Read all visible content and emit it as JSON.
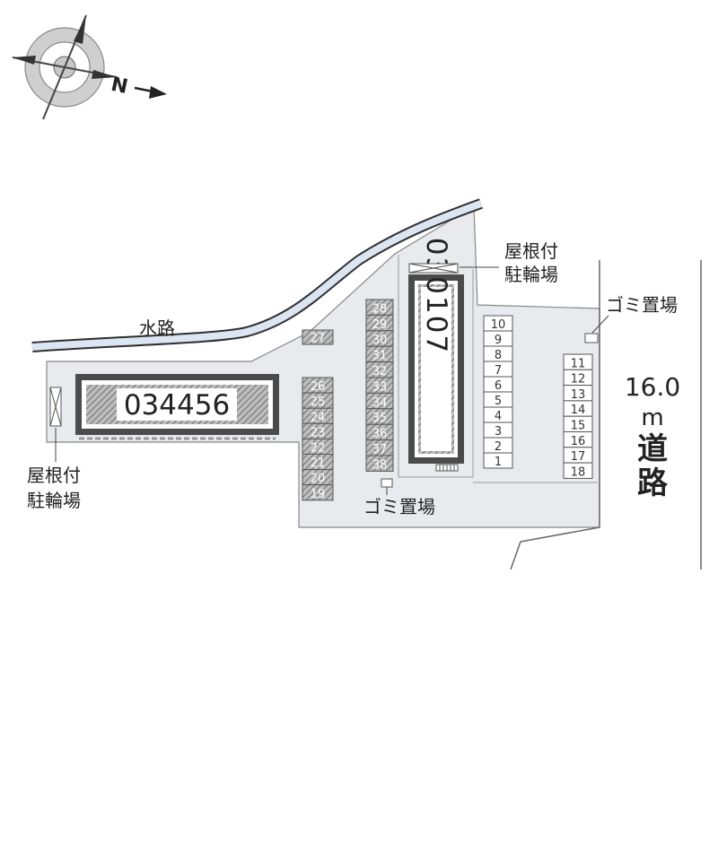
{
  "compass": {
    "north_letter": "N"
  },
  "labels": {
    "waterway": "水路",
    "road_width": "16.0",
    "road_unit": "m",
    "road_char1": "道",
    "road_char2": "路",
    "bike_shelter_line1": "屋根付",
    "bike_shelter_line2": "駐輪場",
    "trash_area": "ゴミ置場"
  },
  "buildings": [
    {
      "id": "034456"
    },
    {
      "id": "030107"
    }
  ],
  "parking": {
    "east_column": [
      "10",
      "9",
      "8",
      "7",
      "6",
      "5",
      "4",
      "3",
      "2",
      "1"
    ],
    "road_column": [
      "11",
      "12",
      "13",
      "14",
      "15",
      "16",
      "17",
      "18"
    ],
    "center_column": [
      "28",
      "29",
      "30",
      "31",
      "32",
      "33",
      "34",
      "35",
      "36",
      "37",
      "38"
    ],
    "west_column": [
      "26",
      "25",
      "24",
      "23",
      "22",
      "21",
      "20",
      "19"
    ],
    "single": "27"
  },
  "colors": {
    "lot_fill": "#e9eaee",
    "building_dark": "#4b4b4b",
    "hatched_slot": "#9a9a9a",
    "water": "#dbe6f2"
  }
}
